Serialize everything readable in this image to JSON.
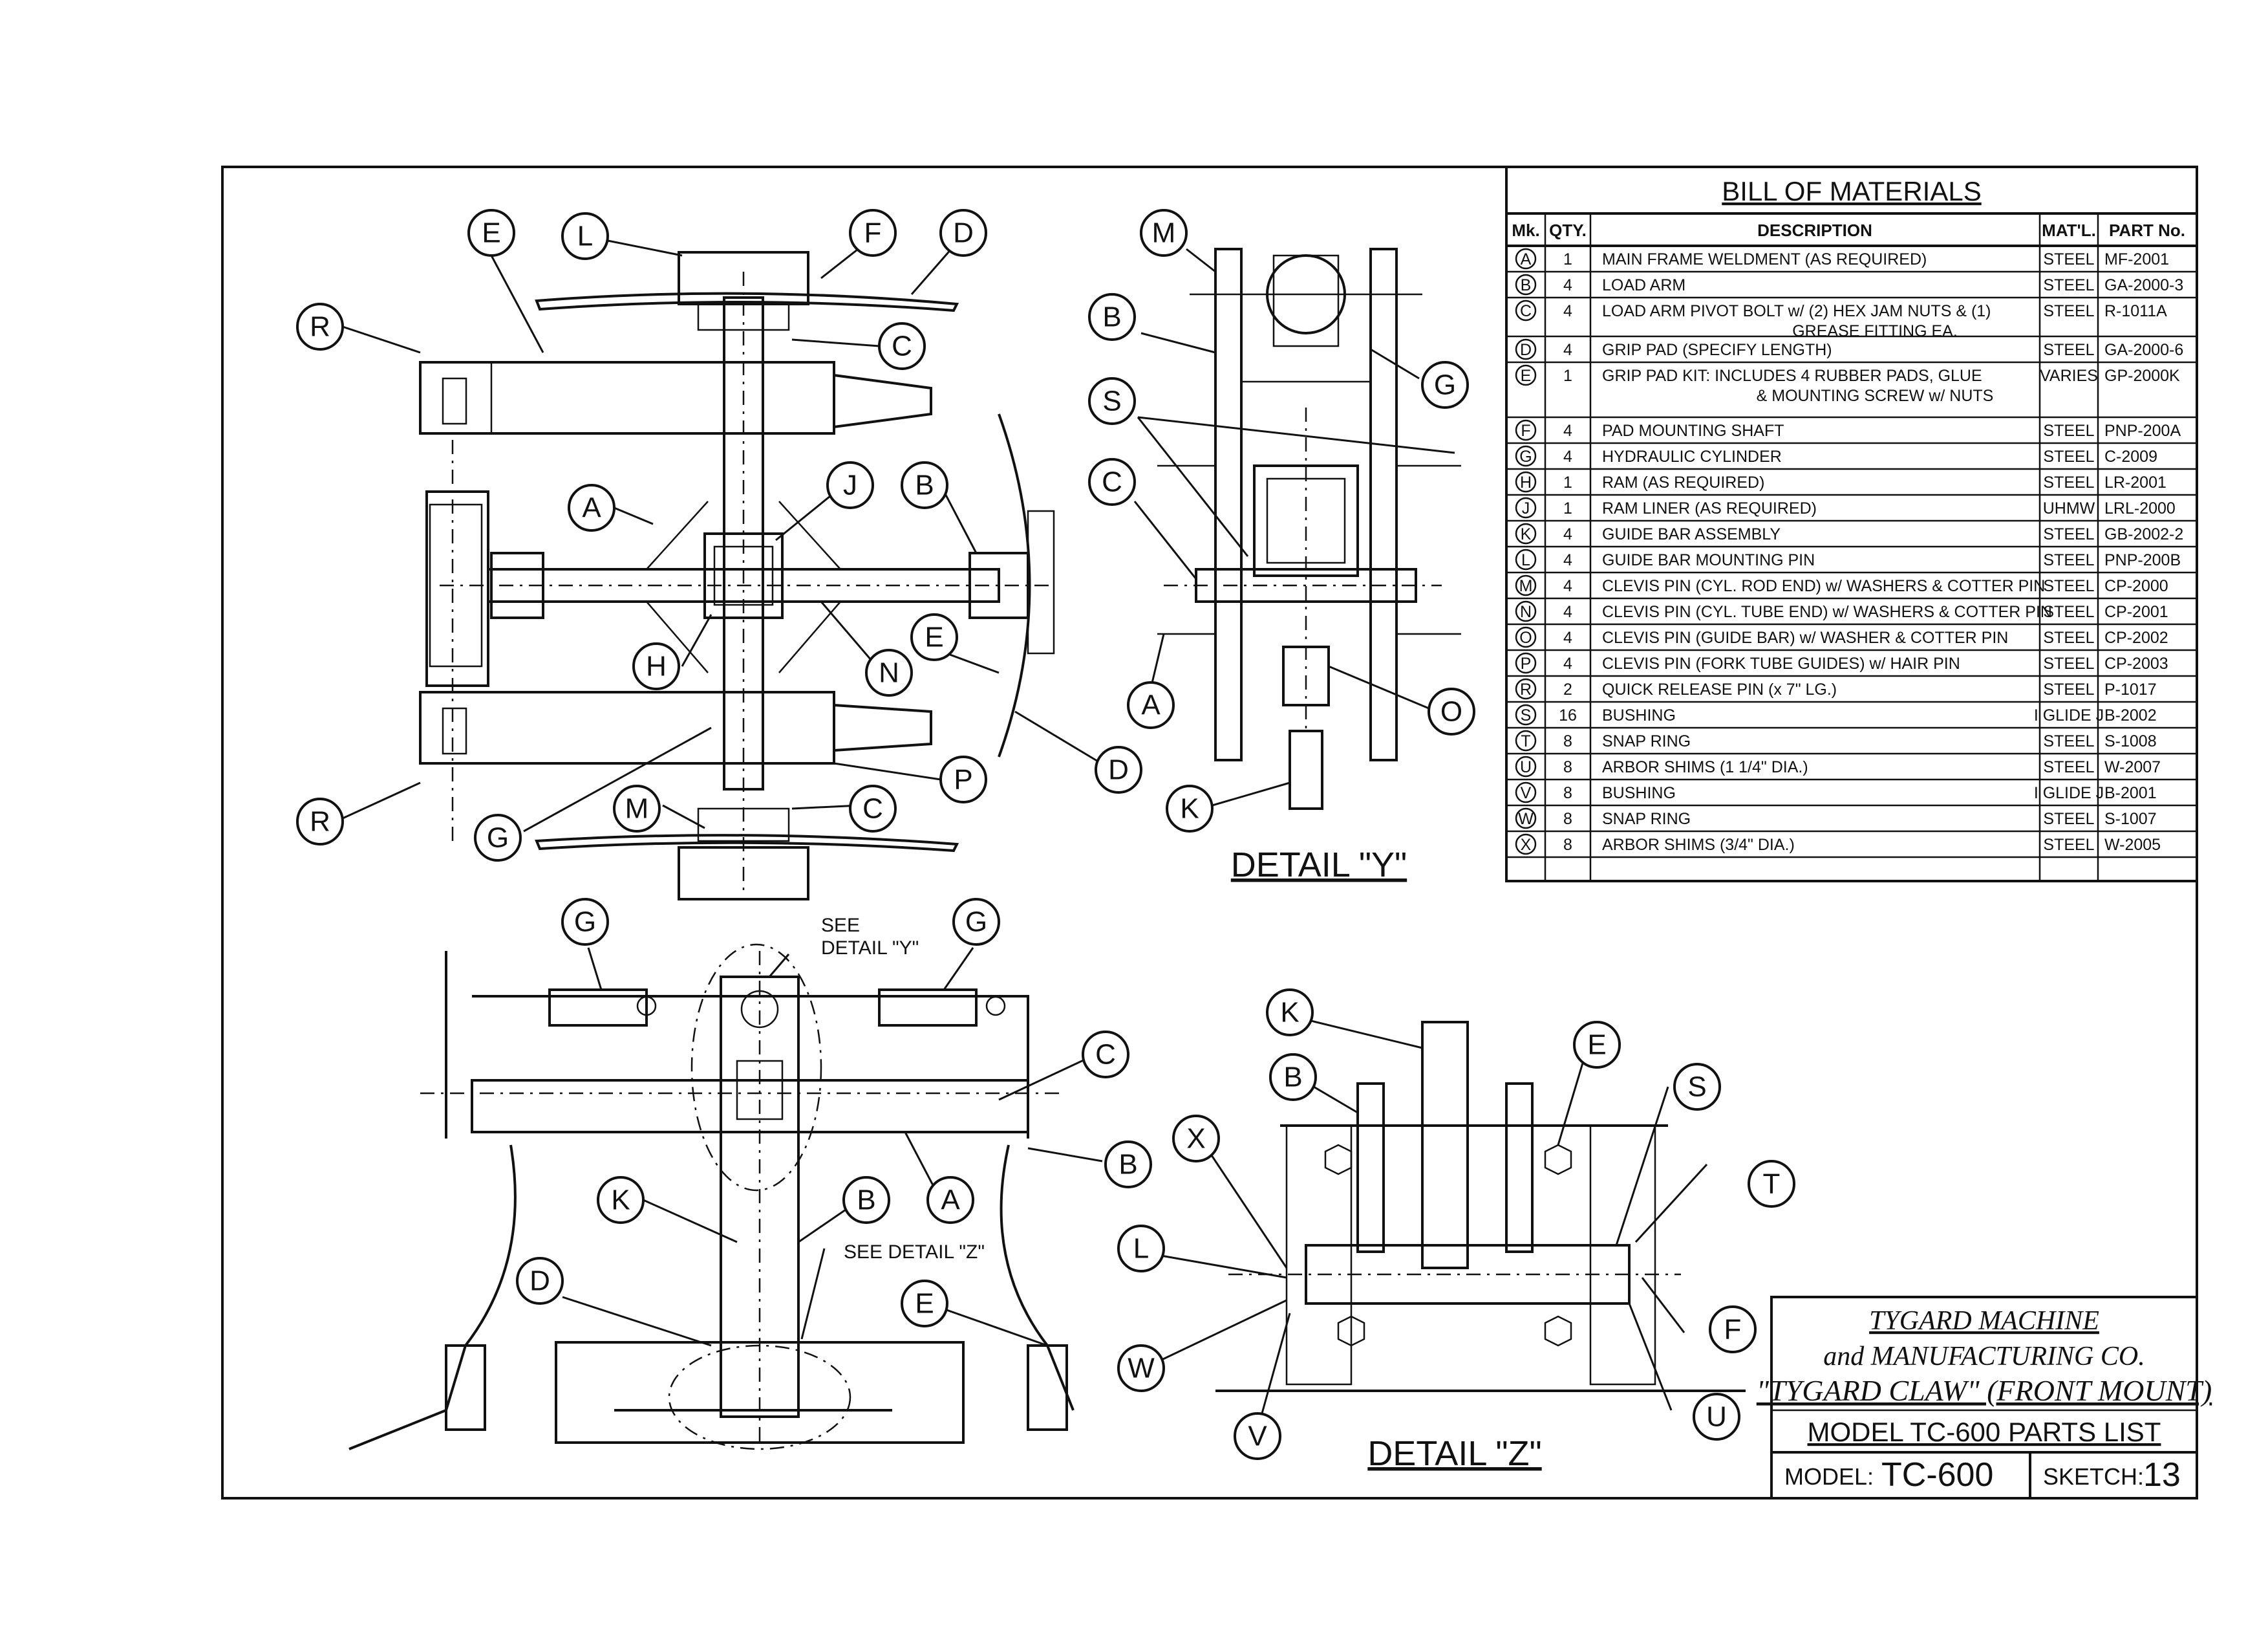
{
  "bom": {
    "title": "BILL OF MATERIALS",
    "headers": [
      "Mk.",
      "QTY.",
      "DESCRIPTION",
      "MAT'L.",
      "PART No."
    ],
    "rows": [
      {
        "mk": "A",
        "qty": "1",
        "desc": "MAIN FRAME WELDMENT     (AS REQUIRED)",
        "desc2": "",
        "mat": "STEEL",
        "part": "MF-2001"
      },
      {
        "mk": "B",
        "qty": "4",
        "desc": "LOAD ARM",
        "desc2": "",
        "mat": "STEEL",
        "part": "GA-2000-3"
      },
      {
        "mk": "C",
        "qty": "4",
        "desc": "LOAD ARM PIVOT BOLT w/ (2) HEX JAM NUTS & (1)",
        "desc2": "GREASE FITTING EA.",
        "mat": "STEEL",
        "part": "R-1011A"
      },
      {
        "mk": "D",
        "qty": "4",
        "desc": "GRIP PAD               (SPECIFY LENGTH)",
        "desc2": "",
        "mat": "STEEL",
        "part": "GA-2000-6"
      },
      {
        "mk": "E",
        "qty": "1",
        "desc": "GRIP PAD KIT:   INCLUDES 4 RUBBER PADS, GLUE",
        "desc2": "& MOUNTING SCREW w/ NUTS",
        "mat": "VARIES",
        "part": "GP-2000K"
      },
      {
        "mk": "F",
        "qty": "4",
        "desc": "PAD MOUNTING SHAFT",
        "desc2": "",
        "mat": "STEEL",
        "part": "PNP-200A"
      },
      {
        "mk": "G",
        "qty": "4",
        "desc": "HYDRAULIC CYLINDER",
        "desc2": "",
        "mat": "STEEL",
        "part": "C-2009"
      },
      {
        "mk": "H",
        "qty": "1",
        "desc": "RAM                    (AS REQUIRED)",
        "desc2": "",
        "mat": "STEEL",
        "part": "LR-2001"
      },
      {
        "mk": "J",
        "qty": "1",
        "desc": "RAM LINER              (AS REQUIRED)",
        "desc2": "",
        "mat": "UHMW",
        "part": "LRL-2000"
      },
      {
        "mk": "K",
        "qty": "4",
        "desc": "GUIDE BAR ASSEMBLY",
        "desc2": "",
        "mat": "STEEL",
        "part": "GB-2002-2"
      },
      {
        "mk": "L",
        "qty": "4",
        "desc": "GUIDE BAR MOUNTING PIN",
        "desc2": "",
        "mat": "STEEL",
        "part": "PNP-200B"
      },
      {
        "mk": "M",
        "qty": "4",
        "desc": "CLEVIS PIN (CYL. ROD END) w/ WASHERS & COTTER PIN",
        "desc2": "",
        "mat": "STEEL",
        "part": "CP-2000"
      },
      {
        "mk": "N",
        "qty": "4",
        "desc": "CLEVIS PIN (CYL. TUBE END) w/ WASHERS & COTTER PIN",
        "desc2": "",
        "mat": "STEEL",
        "part": "CP-2001"
      },
      {
        "mk": "O",
        "qty": "4",
        "desc": "CLEVIS PIN (GUIDE BAR) w/ WASHER & COTTER PIN",
        "desc2": "",
        "mat": "STEEL",
        "part": "CP-2002"
      },
      {
        "mk": "P",
        "qty": "4",
        "desc": "CLEVIS PIN (FORK TUBE GUIDES) w/ HAIR PIN",
        "desc2": "",
        "mat": "STEEL",
        "part": "CP-2003"
      },
      {
        "mk": "R",
        "qty": "2",
        "desc": "QUICK RELEASE PIN (x 7\" LG.)",
        "desc2": "",
        "mat": "STEEL",
        "part": "P-1017"
      },
      {
        "mk": "S",
        "qty": "16",
        "desc": "BUSHING",
        "desc2": "",
        "mat": "I GLIDE J",
        "part": "B-2002"
      },
      {
        "mk": "T",
        "qty": "8",
        "desc": "SNAP RING",
        "desc2": "",
        "mat": "STEEL",
        "part": "S-1008"
      },
      {
        "mk": "U",
        "qty": "8",
        "desc": "ARBOR SHIMS (1 1/4\" DIA.)",
        "desc2": "",
        "mat": "STEEL",
        "part": "W-2007"
      },
      {
        "mk": "V",
        "qty": "8",
        "desc": "BUSHING",
        "desc2": "",
        "mat": "I GLIDE J",
        "part": "B-2001"
      },
      {
        "mk": "W",
        "qty": "8",
        "desc": "SNAP RING",
        "desc2": "",
        "mat": "STEEL",
        "part": "S-1007"
      },
      {
        "mk": "X",
        "qty": "8",
        "desc": "ARBOR SHIMS (3/4\" DIA.)",
        "desc2": "",
        "mat": "STEEL",
        "part": "W-2005"
      }
    ]
  },
  "title_block": {
    "company_line1": "TYGARD MACHINE",
    "company_line2": "and MANUFACTURING CO.",
    "product": "\"TYGARD CLAW\" (FRONT MOUNT)",
    "subtitle": "MODEL TC-600 PARTS LIST",
    "model_label": "MODEL:",
    "model_value": "TC-600",
    "sketch_label": "SKETCH:",
    "sketch_value": "13"
  },
  "views": {
    "detail_y_label": "DETAIL \"Y\"",
    "detail_z_label": "DETAIL \"Z\"",
    "see_detail_y_line1": "SEE",
    "see_detail_y_line2": "DETAIL \"Y\"",
    "see_detail_z": "SEE DETAIL \"Z\""
  },
  "callouts": {
    "top_view": [
      "E",
      "L",
      "F",
      "D",
      "R",
      "C",
      "A",
      "J",
      "B",
      "E",
      "D",
      "H",
      "N",
      "G",
      "M",
      "C",
      "P",
      "R"
    ],
    "detail_y": [
      "M",
      "B",
      "G",
      "S",
      "C",
      "A",
      "O",
      "K"
    ],
    "front_view": [
      "G",
      "G",
      "C",
      "B",
      "K",
      "B",
      "A",
      "D",
      "E"
    ],
    "detail_z": [
      "K",
      "B",
      "E",
      "S",
      "X",
      "T",
      "L",
      "F",
      "W",
      "V",
      "U"
    ]
  }
}
